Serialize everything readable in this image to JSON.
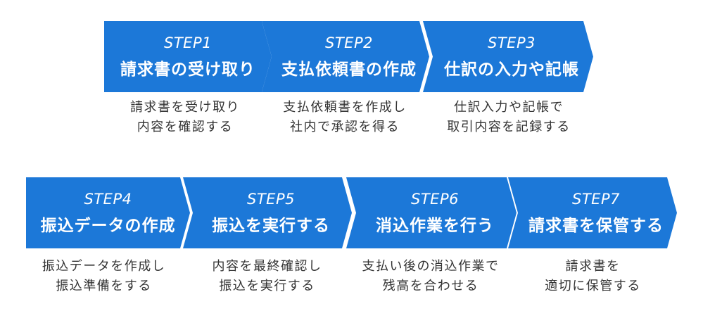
{
  "color": "#1c78d8",
  "steps": [
    {
      "num": "STEP1",
      "title": "請求書の受け取り",
      "desc": [
        "請求書を受け取り",
        "内容を確認する"
      ]
    },
    {
      "num": "STEP2",
      "title": "支払依頼書の作成",
      "desc": [
        "支払依頼書を作成し",
        "社内で承認を得る"
      ]
    },
    {
      "num": "STEP3",
      "title": "仕訳の入力や記帳",
      "desc": [
        "仕訳入力や記帳で",
        "取引内容を記録する"
      ]
    },
    {
      "num": "STEP4",
      "title": "振込データの作成",
      "desc": [
        "振込データを作成し",
        "振込準備をする"
      ]
    },
    {
      "num": "STEP5",
      "title": "振込を実行する",
      "desc": [
        "内容を最終確認し",
        "振込を実行する"
      ]
    },
    {
      "num": "STEP6",
      "title": "消込作業を行う",
      "desc": [
        "支払い後の消込作業で",
        "残高を合わせる"
      ]
    },
    {
      "num": "STEP7",
      "title": "請求書を保管する",
      "desc": [
        "請求書を",
        "適切に保管する"
      ]
    }
  ]
}
